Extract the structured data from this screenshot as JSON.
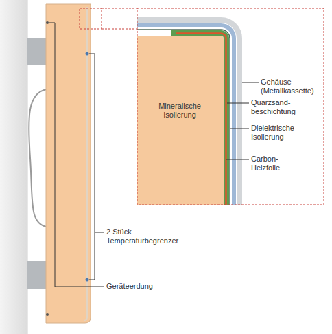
{
  "diagram": {
    "labels": [
      "Gehäuse (Metallkassette)",
      "Quarzsand- beschichtung",
      "Mineralische Isolierung",
      "Dielektrische Isolierung",
      "Carbon- Heizfolie",
      "2 Stück Temperaturbegrenzer",
      "Geräteerdung"
    ]
  }
}
